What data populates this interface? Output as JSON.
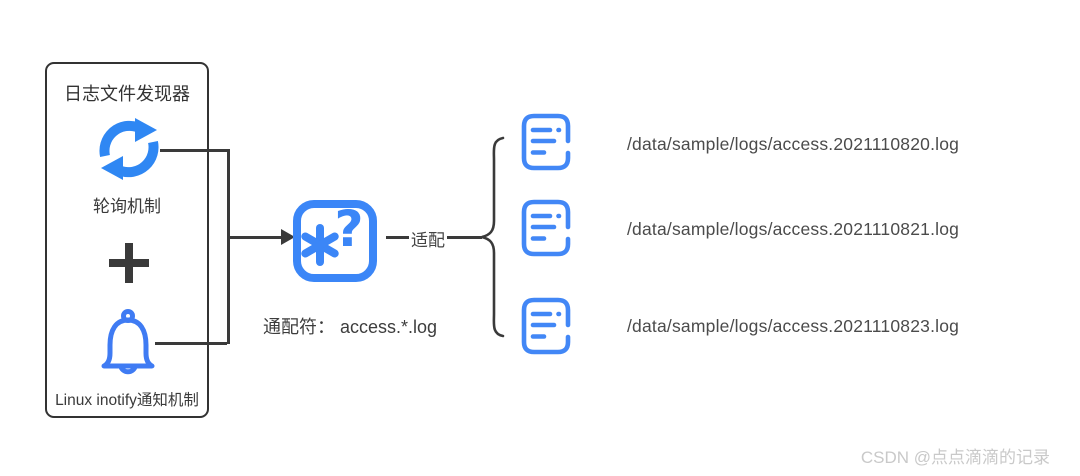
{
  "colors": {
    "accent_blue": "#2f87f3",
    "icon_blue": "#4287f6",
    "line_dark": "#3a3a3a",
    "text_dark": "#333333",
    "text_gray": "#4b4b4b",
    "watermark_gray": "#c9c9c9"
  },
  "discoverer_box": {
    "title": "日志文件发现器",
    "polling_label": "轮询机制",
    "plus_symbol": "+",
    "inotify_label": "Linux inotify通知机制"
  },
  "icons": {
    "sync": "sync-refresh-arrows",
    "bell": "notification-bell",
    "wildcard": "asterisk-question-wildcard",
    "file": "log-file-document",
    "brace": "curly-brace"
  },
  "wildcard": {
    "caption": "通配符： access.*.log",
    "question_glyph": "?"
  },
  "adapter_label": "适配",
  "files": [
    {
      "path": "/data/sample/logs/access.2021110820.log"
    },
    {
      "path": "/data/sample/logs/access.2021110821.log"
    },
    {
      "path": "/data/sample/logs/access.2021110823.log"
    }
  ],
  "watermark": "CSDN @点点滴滴的记录"
}
